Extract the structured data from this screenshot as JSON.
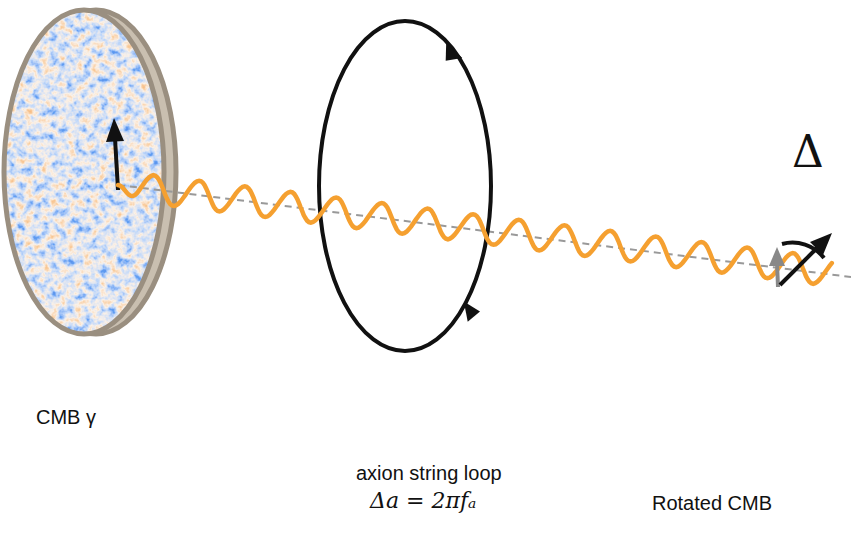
{
  "diagram": {
    "labels": [
      "Δ",
      "CMB γ",
      "axion string loop",
      "Δa = 2πfₐ",
      "Rotated CMB"
    ]
  }
}
